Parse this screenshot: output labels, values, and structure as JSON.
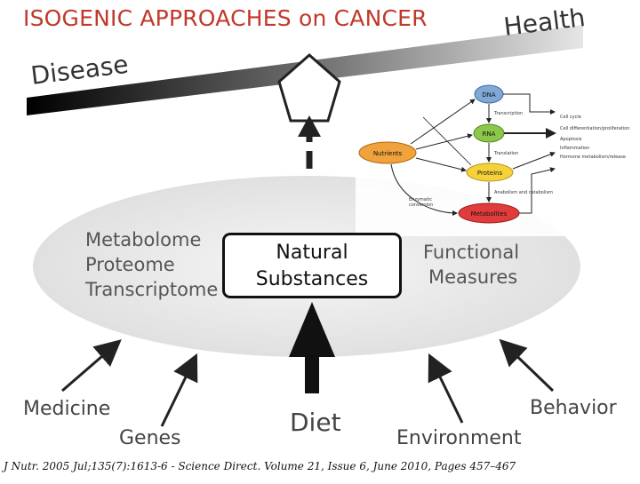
{
  "title": "ISOGENIC APPROACHES on CANCER",
  "scale": {
    "left_label": "Disease",
    "right_label": "Health"
  },
  "central_box": {
    "line1": "Natural",
    "line2": "Substances"
  },
  "ellipse_left": [
    "Metabolome",
    "Proteome",
    "Transcriptome"
  ],
  "ellipse_right": [
    "Functional",
    "Measures"
  ],
  "inputs": {
    "medicine": "Medicine",
    "genes": "Genes",
    "diet": "Diet",
    "environment": "Environment",
    "behavior": "Behavior"
  },
  "inset": {
    "nodes": {
      "dna": "DNA",
      "rna": "RNA",
      "proteins": "Proteins",
      "nutrients": "Nutrients",
      "metabolites": "Metabolites"
    },
    "edge_labels": {
      "transcription": "Transcription",
      "translation": "Translation",
      "anabolism": "Anabolism and catabolism",
      "enzymatic": "Enzymatic conversion"
    },
    "outcomes": [
      "Cell cycle",
      "Cell differentiation/proliferation",
      "Apoptosis",
      "Inflammation",
      "Hormone metabolism/release"
    ]
  },
  "citation": "J Nutr. 2005 Jul;135(7):1613-6   - Science Direct. Volume 21, Issue 6, June 2010, Pages 457–467",
  "colors": {
    "title": "#c0392b",
    "dna": "#7fa8d6",
    "rna": "#8cc64a",
    "proteins": "#f5d23a",
    "nutrients": "#f0a23c",
    "metabolites": "#e03c3c"
  }
}
